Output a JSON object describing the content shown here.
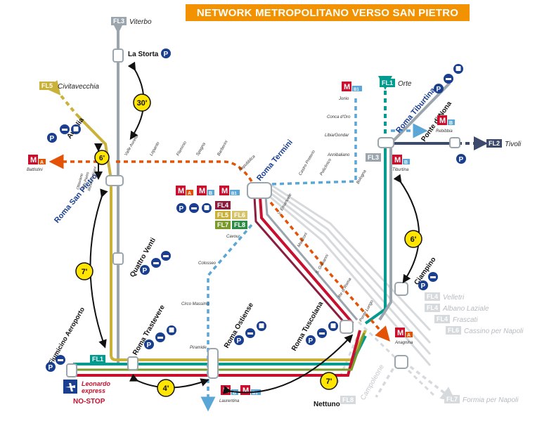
{
  "title": "NETWORK METROPOLITANO VERSO SAN PIETRO",
  "colors": {
    "title_bg": "#f39200",
    "fl1": "#009b8f",
    "fl2": "#3d4a6b",
    "fl3": "#9aa5ad",
    "fl4": "#8c1d3f",
    "fl5": "#c9b13a",
    "fl6": "#d4c36a",
    "fl7": "#7a9a2c",
    "fl8": "#2e8b45",
    "red": "#c8102e",
    "metro_a_orange": "#e35205",
    "metro_b_blue": "#5aa6d6",
    "park_blue": "#1a3f91",
    "time_circle": "#ffe500"
  },
  "fl_lines": {
    "fl1": "FL1",
    "fl2": "FL2",
    "fl3": "FL3",
    "fl4": "FL4",
    "fl5": "FL5",
    "fl6": "FL6",
    "fl7": "FL7",
    "fl8": "FL8"
  },
  "destinations": {
    "viterbo": "Viterbo",
    "civitavecchia": "Civitavecchia",
    "orte": "Orte",
    "tivoli": "Tivoli",
    "velletri": "Velletri",
    "albano": "Albano Laziale",
    "frascati": "Frascati",
    "cassino": "Cassino per Napoli",
    "formia": "Formia per Napoli"
  },
  "stations": {
    "la_storta": "La Storta",
    "aurelia": "Aurelia",
    "roma_san_pietro": "Roma San Pietro",
    "quattro_venti": "Quattro Venti",
    "fiumicino": "Fiumicino Aeroporto",
    "roma_trastevere": "Roma Trastevere",
    "roma_ostiense": "Roma Ostiense",
    "roma_tuscolana": "Roma Tuscolana",
    "roma_termini": "Roma Termini",
    "roma_tiburtina": "Roma Tiburtina",
    "ponte_di_nona": "Ponte di Nona",
    "ciampino": "Ciampino",
    "nettuno": "Nettuno",
    "campoleone": "Campoleone"
  },
  "metro_a_stops": [
    "Valle Aurelia",
    "Lepanto",
    "Flaminio",
    "Spagna",
    "Barberini",
    "Repubblica"
  ],
  "metro_a_south_stops": [
    "V. Emanuele",
    "Manzoni",
    "S. Giovanni",
    "Re di Roma",
    "Ponte Lungo"
  ],
  "metro_b_stops": [
    "Jonio",
    "Conca d'Oro",
    "Libia/Gondar",
    "Annibaliano",
    "Castro Pretorio",
    "Policlinico",
    "Bologna"
  ],
  "metro_b_south_stops": [
    "Cavour",
    "Colosseo",
    "Circo Massimo",
    "Piramide"
  ],
  "metro_terminals": {
    "battistini": "Battistini",
    "rebibbia": "Rebibbia",
    "tiburtina": "Tiburtina",
    "anagnina": "Anagnina",
    "laurentina": "Laurentina"
  },
  "san_pietro_notes": [
    "Ottaviano",
    "San Pietro",
    "Musei Vaticani"
  ],
  "metro_labels": {
    "m": "M",
    "a": "A",
    "b": "B",
    "b1": "B1"
  },
  "times": {
    "t30": "30'",
    "t6a": "6'",
    "t7a": "7'",
    "t4": "4'",
    "t7b": "7'",
    "t6b": "6'"
  },
  "leonardo": {
    "line1": "Leonardo",
    "line2": "express",
    "nostop": "NO-STOP"
  },
  "icons": {
    "parking": "P",
    "parking_icon": "parking-icon",
    "car_icon": "car-icon",
    "bus_icon": "bus-icon"
  }
}
